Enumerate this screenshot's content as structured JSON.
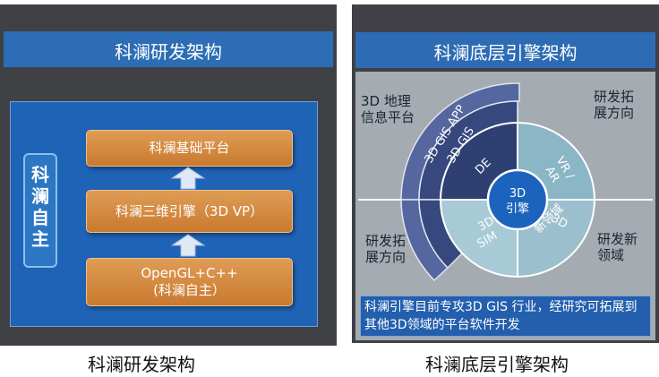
{
  "left_panel": {
    "title": "科澜研发架构",
    "vertical_label": [
      "科",
      "澜",
      "自",
      "主"
    ],
    "boxes": {
      "top": "科澜基础平台",
      "middle": "科澜三维引擎（3D VP）",
      "bottom_line1": "OpenGL+C++",
      "bottom_line2": "(科澜自主）"
    },
    "caption": "科澜研发架构"
  },
  "right_panel": {
    "title": "科澜底层引擎架构",
    "labels": {
      "gis_info": [
        "3D 地理",
        "信息平台"
      ],
      "rd_expand_top": [
        "研发拓",
        "展方向"
      ],
      "rd_expand_bottom": [
        "研发拓",
        "展方向"
      ],
      "rd_new": [
        "研发新",
        "领域"
      ]
    },
    "arcs": {
      "gis_app": "3D GIS  APP",
      "gis": "3D GIS",
      "de": "DE",
      "vr": "VR /",
      "ar": "AR",
      "sim": [
        "3D",
        "SIM"
      ],
      "new_field": [
        "3D",
        "新领域"
      ]
    },
    "center": [
      "3D",
      "引擎"
    ],
    "note": "科澜引擎目前专攻3D GIS 行业，经研究可拓展到其他3D领域的平台软件开发",
    "caption": "科澜底层引擎架构"
  },
  "colors": {
    "panel_bg": "#3f4145",
    "title_bar": "#2d6db5",
    "orange_box": "#d1843a",
    "center_blue": "#1f63b6",
    "dark_navy": "#2f3e73",
    "mid_navy": "#4a5d96",
    "light_teal": "#8fb8c7"
  }
}
